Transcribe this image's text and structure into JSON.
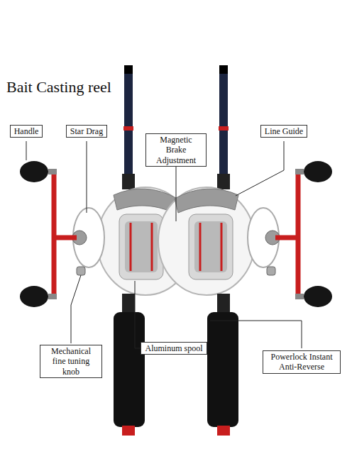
{
  "diagram": {
    "title": "Bait Casting reel",
    "nodes": [
      {
        "text": [
          "Handle"
        ]
      },
      {
        "text": [
          "Star Drag"
        ]
      },
      {
        "text": [
          "Magnetic Brake Adjustment"
        ]
      },
      {
        "text": [
          "Line Guide"
        ]
      },
      {
        "text": [
          "Mechanical fine tuning knob"
        ]
      },
      {
        "text": [
          "Aluminum spool"
        ]
      },
      {
        "text": [
          "Powerlock Instant Anti-Reverse"
        ]
      }
    ]
  }
}
